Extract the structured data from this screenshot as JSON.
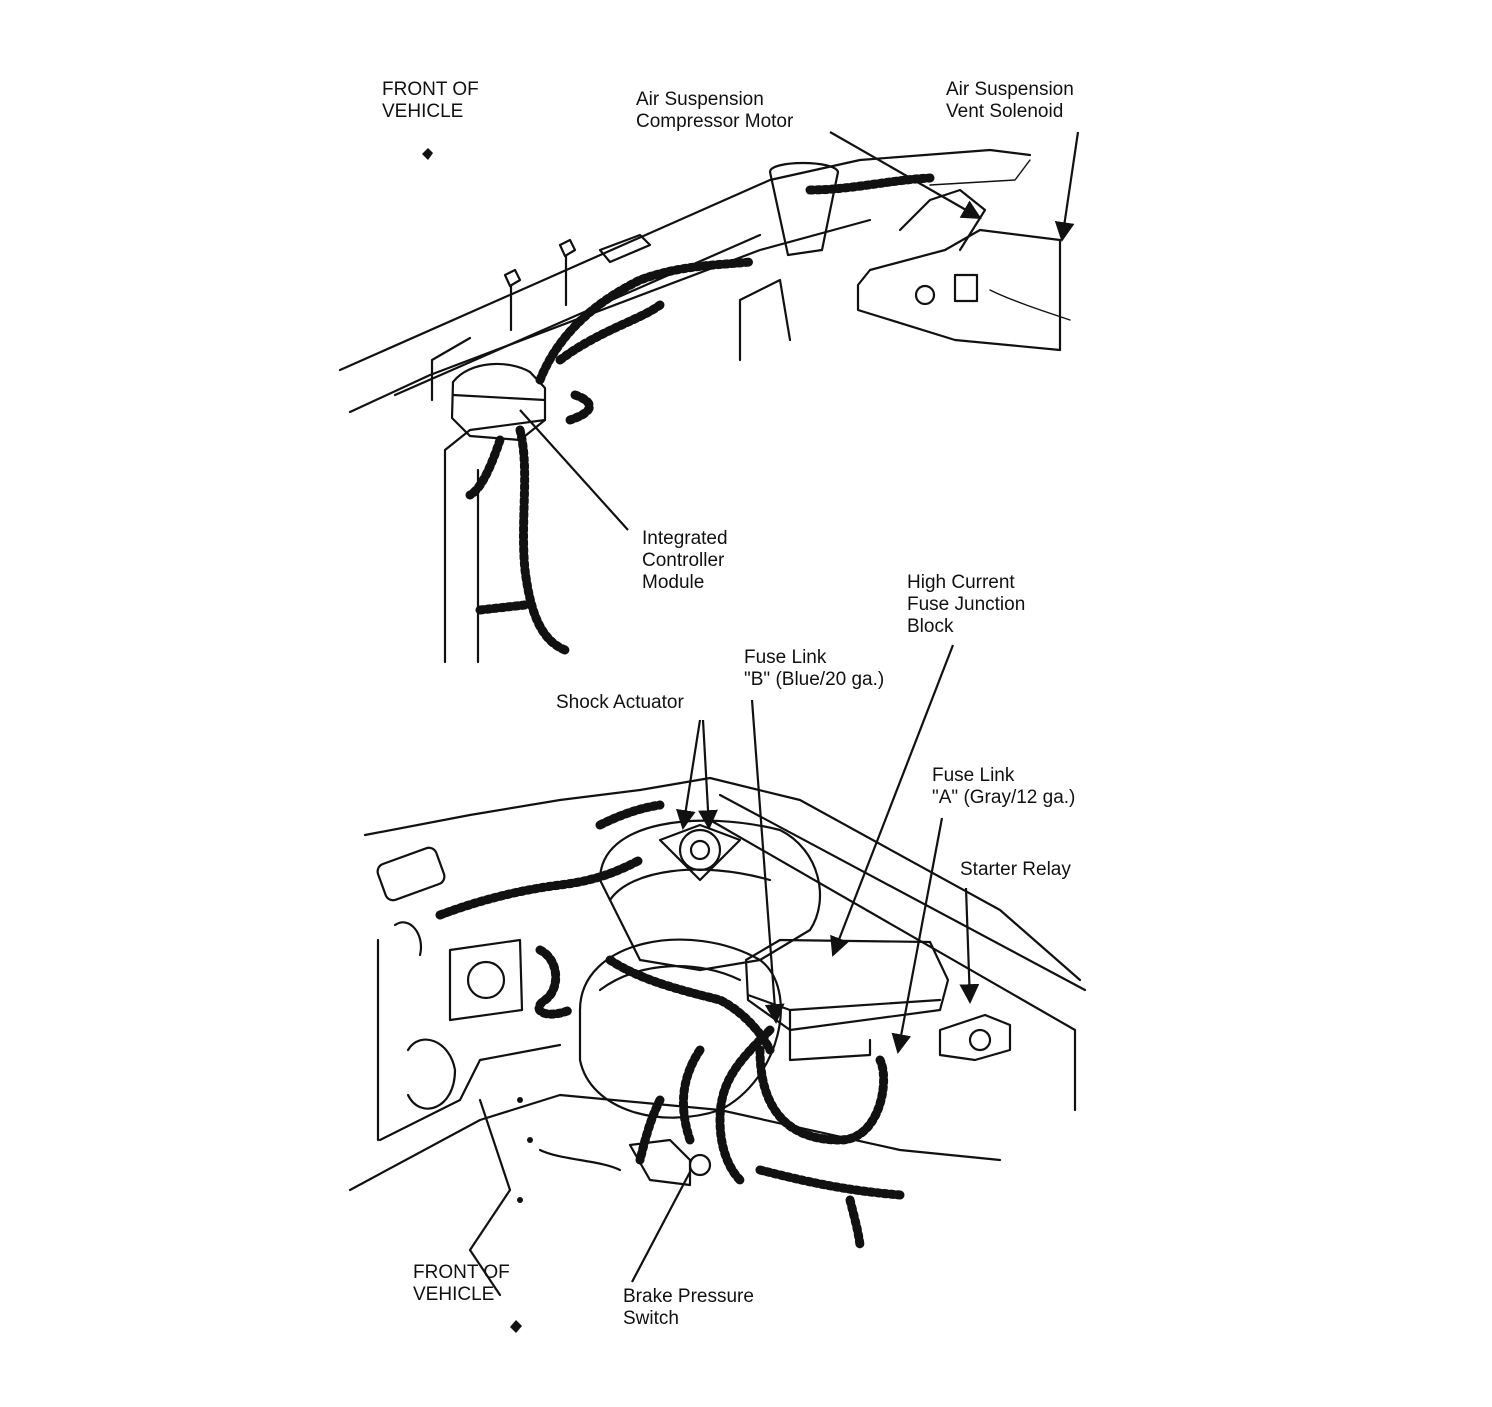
{
  "top_view": {
    "front_label": "FRONT OF\nVEHICLE",
    "compressor_label": "Air Suspension\nCompressor Motor",
    "vent_label": "Air Suspension\nVent Solenoid",
    "controller_label": "Integrated\nController\nModule"
  },
  "bottom_view": {
    "fuse_block_label": "High Current\nFuse Junction\nBlock",
    "fuse_link_b_label": "Fuse Link\n\"B\" (Blue/20 ga.)",
    "shock_label": "Shock Actuator",
    "fuse_link_a_label": "Fuse Link\n\"A\" (Gray/12 ga.)",
    "starter_label": "Starter Relay",
    "front_label": "FRONT OF\nVEHICLE",
    "brake_label": "Brake Pressure\nSwitch"
  },
  "icons": {
    "top_front_marker": "front-marker-icon",
    "bottom_front_marker": "front-marker-icon"
  },
  "colors": {
    "ink": "#111111",
    "paper": "#ffffff"
  }
}
